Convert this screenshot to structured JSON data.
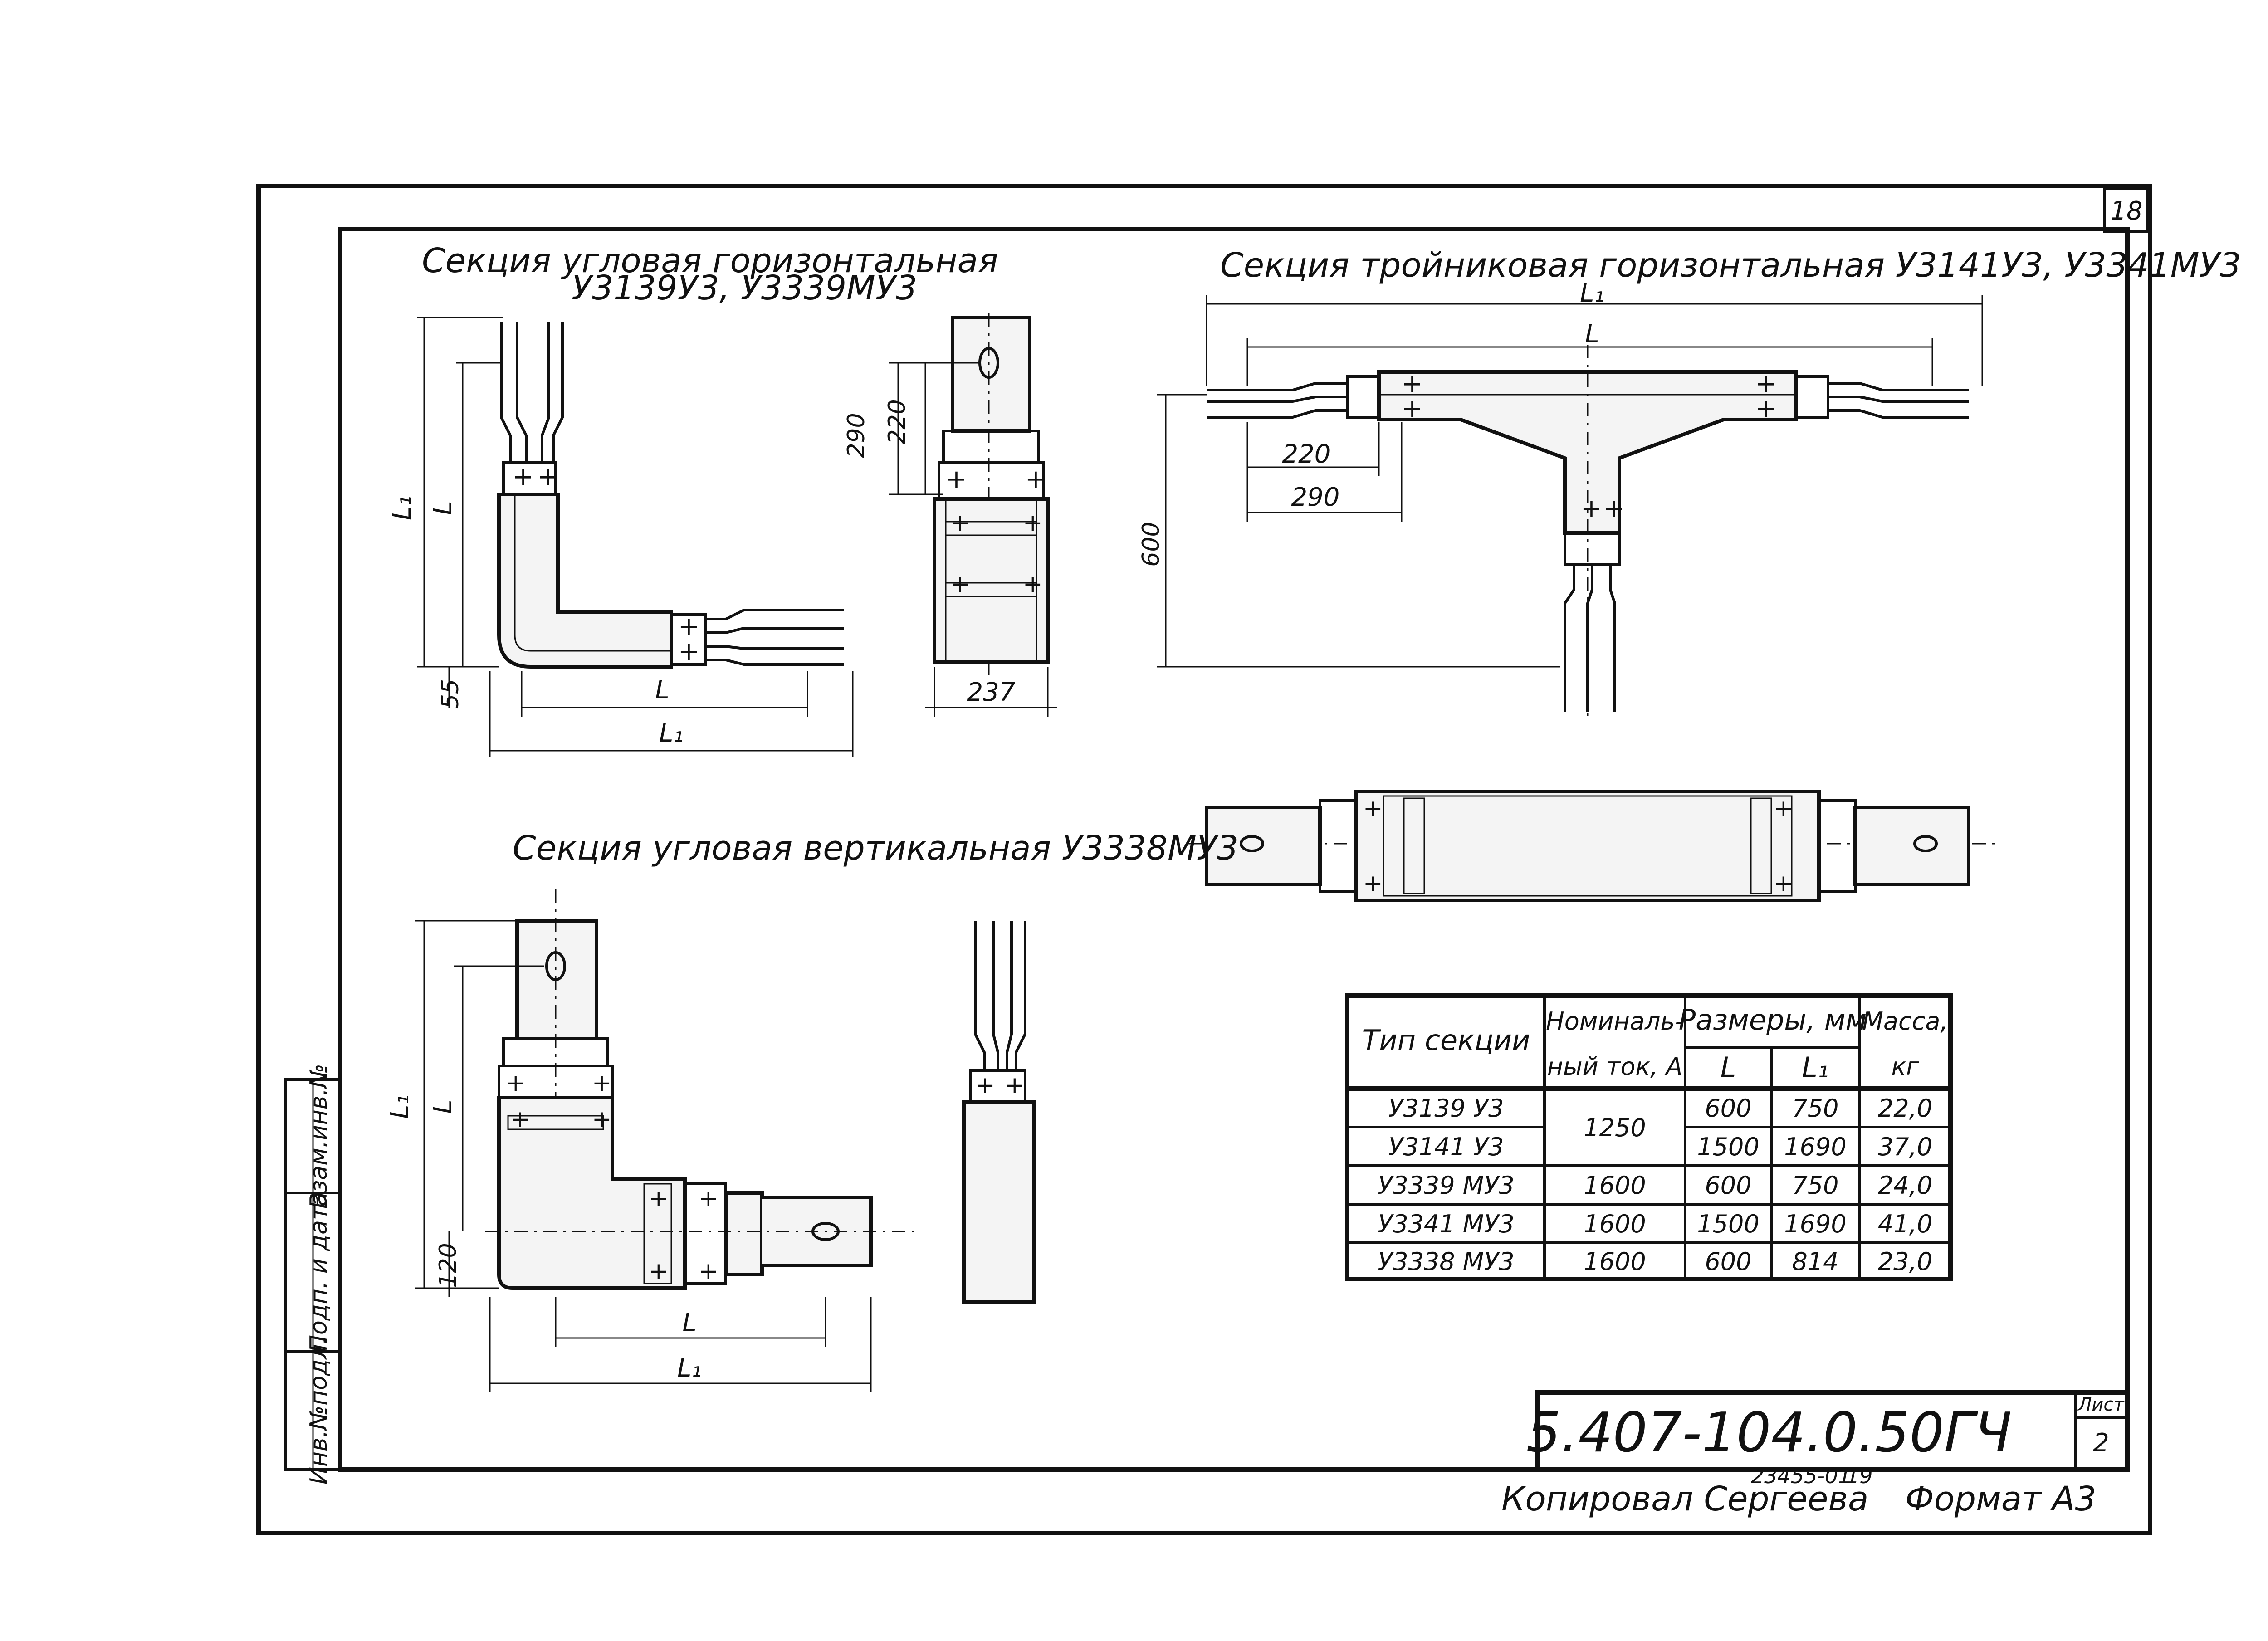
{
  "sheet": {
    "page_number": "18",
    "doc_code": "5.407-104.0.50ГЧ",
    "sheet_label": "Лист",
    "sheet_number": "2",
    "copy_number": "23455-01",
    "copy_sheet": "19",
    "copied_by": "Копировал Сергеева",
    "format": "Формат А3",
    "side_stamp": [
      "Инв.№подл.",
      "Подп. и дата",
      "Взам.инв.№"
    ]
  },
  "views": {
    "corner_horizontal": {
      "title_line1": "Секция угловая горизонтальная",
      "title_line2": "У3139У3, У3339МУ3",
      "dims": {
        "L1_left": "L₁",
        "L_left": "L",
        "d55": "55",
        "L_bottom": "L",
        "L1_bottom": "L₁",
        "d290": "290",
        "d220": "220",
        "d237": "237"
      }
    },
    "tee_horizontal": {
      "title": "Секция тройниковая горизонтальная У3141У3, У3341МУ3",
      "dims": {
        "L1": "L₁",
        "L": "L",
        "d220": "220",
        "d290": "290",
        "d600": "600"
      }
    },
    "corner_vertical": {
      "title": "Секция угловая вертикальная У3338МУ3",
      "dims": {
        "L1": "L₁",
        "L": "L",
        "d120": "120",
        "L_bottom": "L",
        "L1_bottom": "L₁"
      }
    }
  },
  "table": {
    "headers": {
      "type": "Тип секции",
      "current_1": "Номиналь-",
      "current_2": "ный ток, А",
      "sizes": "Размеры, мм",
      "L": "L",
      "L1": "L₁",
      "mass_1": "Масса,",
      "mass_2": "кг"
    },
    "rows": [
      {
        "type": "У3139 У3",
        "current": "1250",
        "L": "600",
        "L1": "750",
        "mass": "22,0"
      },
      {
        "type": "У3141 У3",
        "current": "",
        "L": "1500",
        "L1": "1690",
        "mass": "37,0"
      },
      {
        "type": "У3339 МУ3",
        "current": "1600",
        "L": "600",
        "L1": "750",
        "mass": "24,0"
      },
      {
        "type": "У3341 МУ3",
        "current": "1600",
        "L": "1500",
        "L1": "1690",
        "mass": "41,0"
      },
      {
        "type": "У3338 МУ3",
        "current": "1600",
        "L": "600",
        "L1": "814",
        "mass": "23,0"
      }
    ]
  }
}
